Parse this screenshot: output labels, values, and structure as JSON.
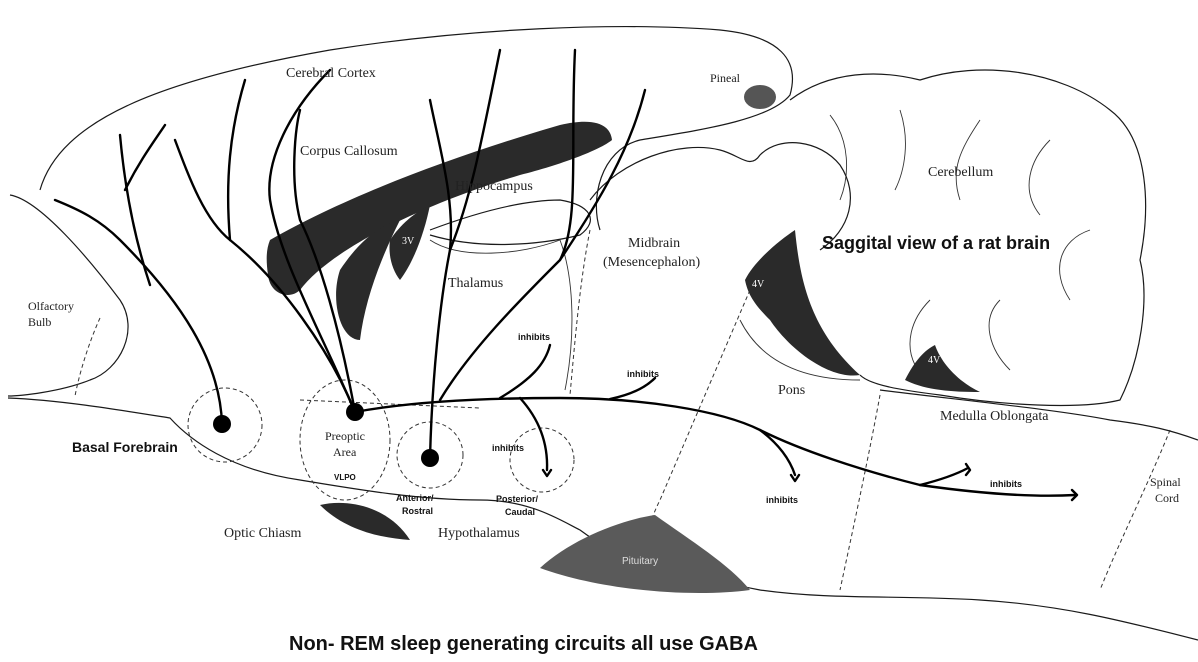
{
  "title": "Saggital view of a rat brain",
  "caption": "Non- REM sleep generating circuits all use GABA",
  "regions": {
    "cerebral_cortex": "Cerebral Cortex",
    "pineal": "Pineal",
    "corpus_callosum": "Corpus Callosum",
    "hippocampus": "Hippocampus",
    "cerebellum": "Cerebellum",
    "ventricle_3": "3V",
    "ventricle_4a": "4V",
    "ventricle_4b": "4V",
    "thalamus": "Thalamus",
    "midbrain": "Midbrain",
    "mesencephalon": "(Mesencephalon)",
    "olfactory_1": "Olfactory",
    "olfactory_2": "Bulb",
    "pons": "Pons",
    "medulla": "Medulla Oblongata",
    "basal_forebrain": "Basal Forebrain",
    "preoptic_1": "Preoptic",
    "preoptic_2": "Area",
    "vlpo": "VLPO",
    "anterior_1": "Anterior/",
    "anterior_2": "Rostral",
    "posterior_1": "Posterior/",
    "posterior_2": "Caudal",
    "optic_chiasm": "Optic Chiasm",
    "hypothalamus": "Hypothalamus",
    "pituitary": "Pituitary",
    "spinal_1": "Spinal",
    "spinal_2": "Cord"
  },
  "inhibits": [
    "inhibits",
    "inhibits",
    "inhibits",
    "inhibits",
    "inhibits"
  ]
}
